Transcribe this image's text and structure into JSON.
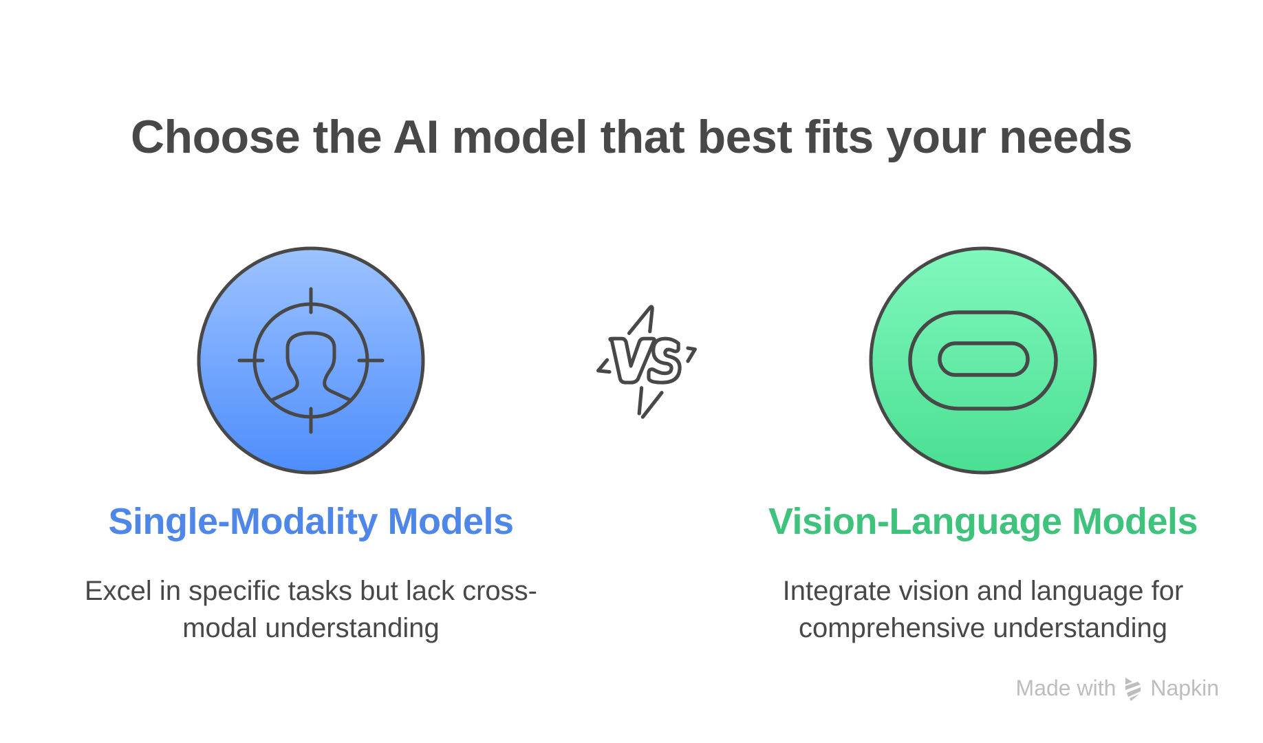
{
  "title": "Choose the AI model that best fits your needs",
  "left": {
    "heading": "Single-Modality Models",
    "description_line1": "Excel in specific tasks but lack cross-",
    "description_line2": "modal understanding",
    "icon": "target-person-icon",
    "color": "#4f87e8",
    "gradient_top": "#9bc2ff",
    "gradient_bottom": "#4f8ffc"
  },
  "divider": {
    "label": "VS",
    "icon": "vs-lightning-icon"
  },
  "right": {
    "heading": "Vision-Language Models",
    "description_line1": "Integrate vision and language for",
    "description_line2": "comprehensive understanding",
    "icon": "vr-headset-icon",
    "color": "#3fc27c",
    "gradient_top": "#7ef7bb",
    "gradient_bottom": "#4ee094"
  },
  "footer": {
    "made_with": "Made with",
    "brand": "Napkin",
    "icon": "napkin-logo-icon"
  },
  "outline_color": "#484848"
}
